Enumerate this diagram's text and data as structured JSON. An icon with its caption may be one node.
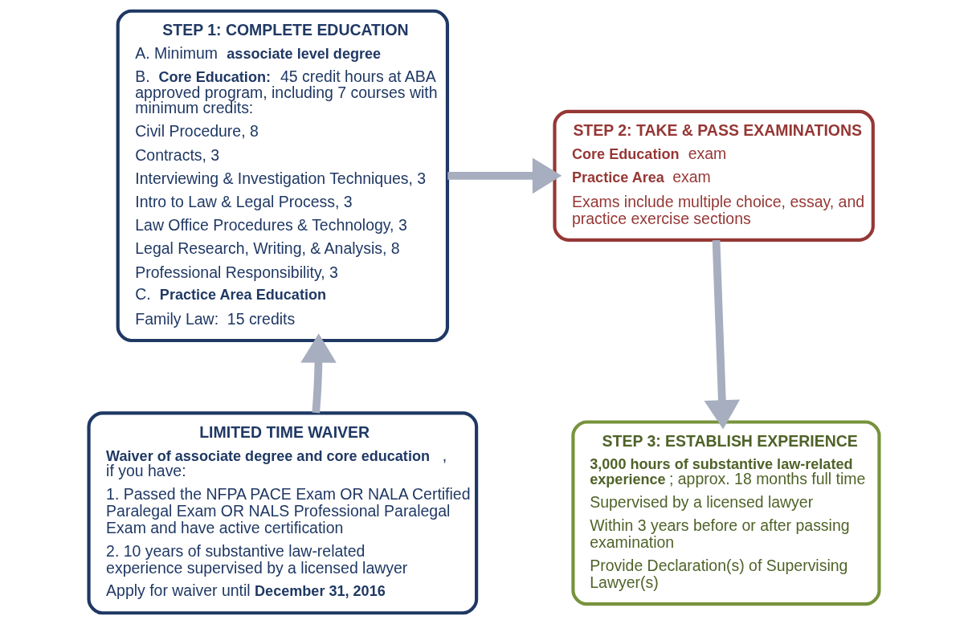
{
  "diagram": {
    "nodes": [
      {
        "text": [
          "STEP 1: COMPLETE EDUCATION",
          "A. Minimum **associate level degree**",
          "B. **Core Education:** 45 credit hours at ABA approved program, including 7 courses with minimum credits:",
          "Civil Procedure, 8",
          "Contracts, 3",
          "Interviewing & Investigation Techniques, 3",
          "Intro to Law & Legal Process, 3",
          "Law Office Procedures & Technology, 3",
          "Legal Research, Writing, & Analysis, 8",
          "Professional Responsibility, 3",
          "C. **Practice Area Education**",
          "Family Law:  15 credits"
        ]
      },
      {
        "text": [
          "STEP 2: TAKE & PASS EXAMINATIONS",
          "**Core Education** exam",
          "**Practice Area** exam",
          "Exams include multiple choice, essay, and practice exercise sections"
        ]
      },
      {
        "text": [
          "STEP 3: ESTABLISH EXPERIENCE",
          "**3,000 hours of substantive law-related experience**; approx. 18 months full time",
          "Supervised by a licensed lawyer",
          "Within 3 years before or after passing examination",
          "Provide Declaration(s) of Supervising Lawyer(s)"
        ]
      },
      {
        "text": [
          "LIMITED TIME WAIVER",
          "**Waiver of associate degree and core education**, if you have:",
          "1. Passed the NFPA PACE Exam OR NALA Certified Paralegal Exam OR NALS Professional Paralegal Exam and have active certification",
          "2. 10 years of substantive law-related experience supervised by a licensed lawyer",
          "Apply for waiver until **December 31, 2016**"
        ]
      }
    ],
    "edges": [
      {
        "from": 0,
        "to": 1,
        "arrow": "to"
      },
      {
        "from": 1,
        "to": 2,
        "arrow": "to"
      },
      {
        "from": 3,
        "to": 0,
        "arrow": "to"
      }
    ]
  }
}
